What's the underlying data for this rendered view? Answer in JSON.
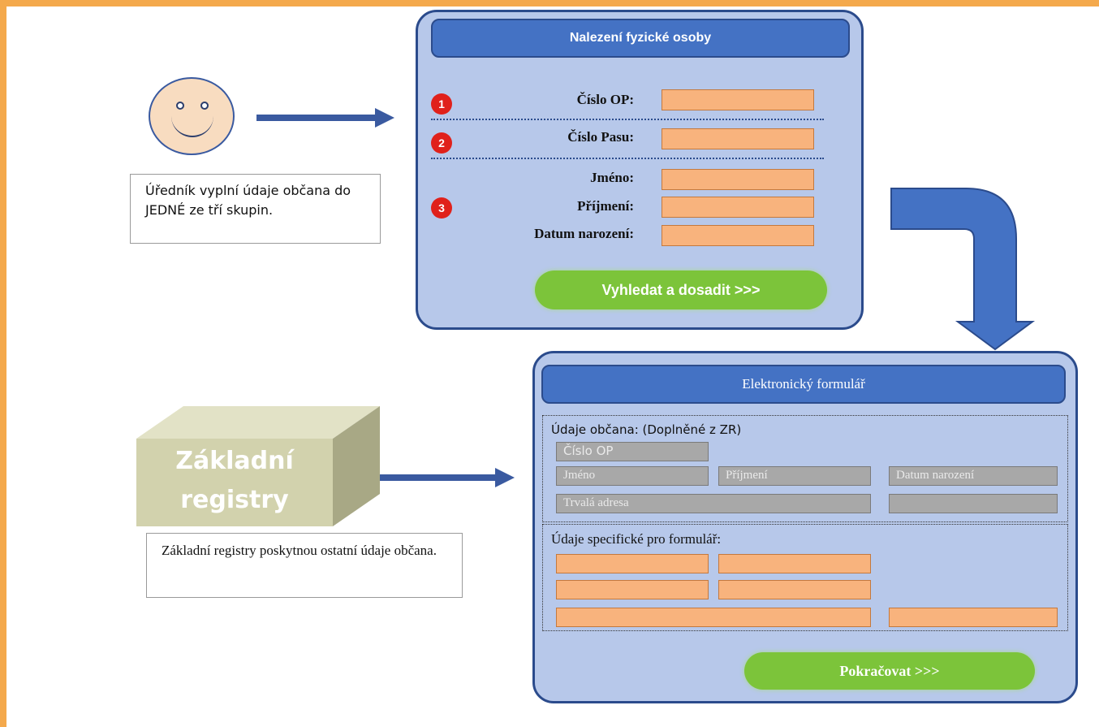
{
  "smiley_note": "Úředník vyplní údaje občana do JEDNÉ ze tří skupin.",
  "search_form": {
    "title": "Nalezení fyzické osoby",
    "groups": [
      {
        "badge": "1",
        "fields": [
          {
            "label": "Číslo OP:"
          }
        ]
      },
      {
        "badge": "2",
        "fields": [
          {
            "label": "Číslo Pasu:"
          }
        ]
      },
      {
        "badge": "3",
        "fields": [
          {
            "label": "Jméno:"
          },
          {
            "label": "Příjmení:"
          },
          {
            "label": "Datum narození:"
          }
        ]
      }
    ],
    "button": "Vyhledat a dosadit >>>"
  },
  "registry": {
    "box_label_1": "Základní",
    "box_label_2": "registry",
    "note": "Základní registry poskytnou ostatní údaje občana."
  },
  "electronic_form": {
    "title": "Elektronický formulář",
    "citizen_section": {
      "title": "Údaje občana: (Doplněné z ZR)",
      "fields": [
        "Číslo OP",
        "Jméno",
        "Příjmení",
        "Datum narození",
        "Trvalá adresa",
        ""
      ]
    },
    "specific_section": {
      "title": "Údaje specifické pro formulář:"
    },
    "button": "Pokračovat >>>"
  },
  "colors": {
    "panel_bg": "#b7c8ea",
    "panel_border": "#2b4b8c",
    "header_bg": "#4472c4",
    "input_orange": "#f8b37d",
    "button_green": "#7cc43a",
    "badge_red": "#e0211b",
    "gray_field": "#a8a8a8",
    "frame_orange": "#f4a94c"
  }
}
